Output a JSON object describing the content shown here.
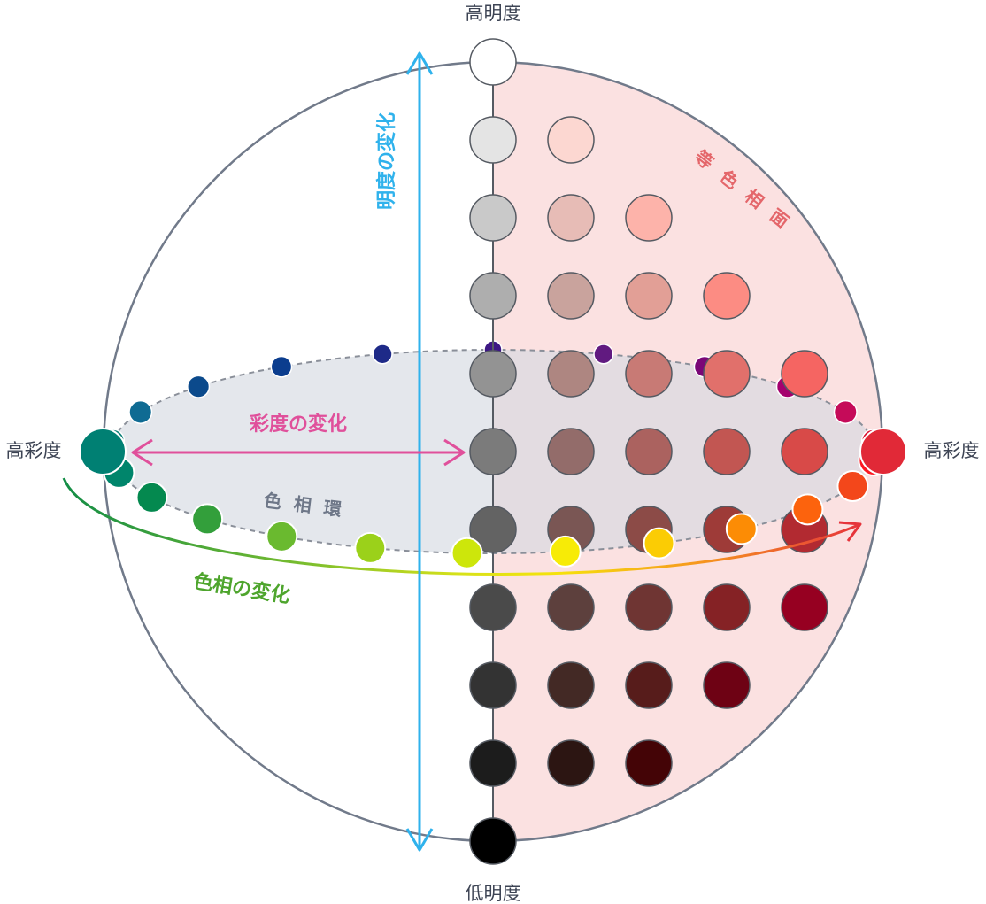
{
  "labels": {
    "top": "高明度",
    "bottom": "低明度",
    "left": "高彩度",
    "right": "高彩度",
    "lightness_change": "明度の変化",
    "chroma_change": "彩度の変化",
    "hue_ring": "色相環",
    "hue_change": "色相の変化",
    "equal_hue_plane": "等色相面"
  },
  "colors": {
    "sphere_outline": "#717a8a",
    "equal_hue_plane_fill": "#fbe1e1",
    "hue_ring_fill": "#dde1e8",
    "hue_ring_border": "#8a8f99",
    "lightness_arrow": "#2fb2ec",
    "chroma_arrow": "#e0509b"
  },
  "gray_axis": [
    "#ffffff",
    "#e4e4e4",
    "#c9c9c9",
    "#aeaeae",
    "#939393",
    "#7b7b7b",
    "#636363",
    "#4a4a4a",
    "#333333",
    "#1c1c1c",
    "#000000"
  ],
  "equal_hue_rows": [
    [],
    [
      "#fcd7d1"
    ],
    [
      "#e7bcb6",
      "#fdb3aa"
    ],
    [
      "#c9a39d",
      "#e29f96",
      "#fc8c83"
    ],
    [
      "#ae8681",
      "#c87a75",
      "#e1706b",
      "#f56562"
    ],
    [
      "#936c6a",
      "#ab625f",
      "#c25652",
      "#d84a48"
    ],
    [
      "#7a5654",
      "#8c4b47",
      "#9e3b38",
      "#b22a31"
    ],
    [
      "#5d403d",
      "#6f3533",
      "#852225",
      "#960021"
    ],
    [
      "#432925",
      "#571c1b",
      "#6e0214"
    ],
    [
      "#2c1512",
      "#440406"
    ],
    []
  ],
  "hue_ring_back": [
    "#0e8078",
    "#0f6b93",
    "#0b4a8c",
    "#0b3d8e",
    "#1e2a88",
    "#3d1784",
    "#611a80",
    "#7b0777",
    "#a4006e",
    "#c50b59",
    "#db1131"
  ],
  "hue_ring_front": [
    "#00856b",
    "#04894f",
    "#339f3b",
    "#6aba2f",
    "#9bd11a",
    "#cde60b",
    "#f7eb06",
    "#fbcc04",
    "#fc8c05",
    "#fc630d",
    "#f3471b",
    "#fc1822"
  ],
  "hue_ring_extremes": [
    "#008073",
    "#e12937"
  ]
}
